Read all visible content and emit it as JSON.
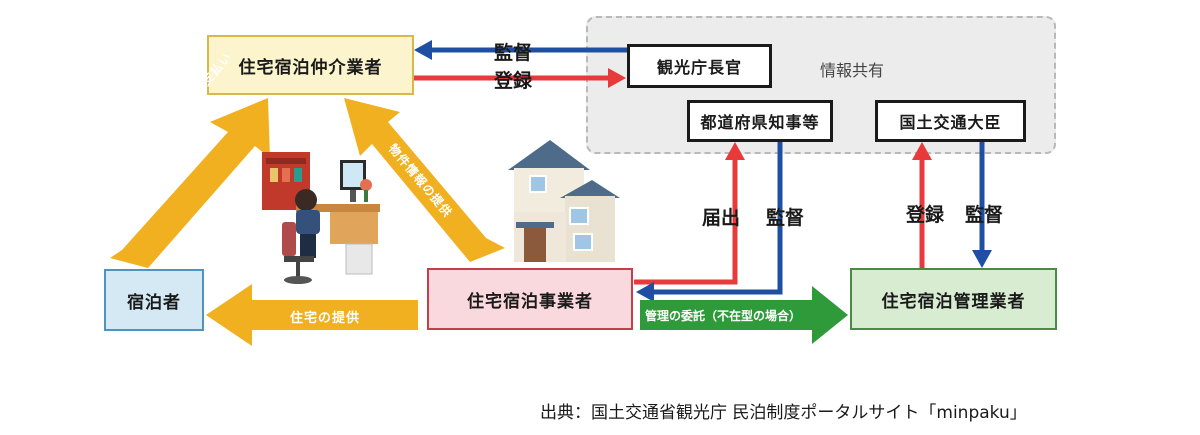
{
  "nodes": {
    "intermediary": "住宅宿泊仲介業者",
    "commissioner": "観光庁長官",
    "governor": "都道府県知事等",
    "minister": "国土交通大臣",
    "guest": "宿泊者",
    "operator": "住宅宿泊事業者",
    "manager": "住宅宿泊管理業者"
  },
  "area_label": "情報共有",
  "arrows": {
    "supervise_top": "監督",
    "register_top": "登録",
    "notify": "届出",
    "supervise_governor": "監督",
    "register_manager": "登録",
    "supervise_manager": "監督",
    "payment_via_site": "サイトを通じた予約・支払い",
    "provide_property_info": "物件情報の提供",
    "provide_housing": "住宅の提供",
    "entrust": "管理の委託（不在型の場合）"
  },
  "source": "出典：国土交通省観光庁 民泊制度ポータルサイト「minpaku」",
  "colors": {
    "blue": "#1f4fa3",
    "red": "#e8393b",
    "orange": "#f0b01f",
    "green": "#2f9a3a"
  }
}
